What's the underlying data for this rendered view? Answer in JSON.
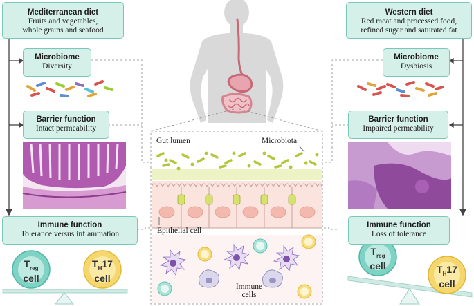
{
  "left": {
    "diet_title": "Mediterranean diet",
    "diet_desc_line1": "Fruits and vegetables,",
    "diet_desc_line2": "whole grains and seafood",
    "microbiome_title": "Microbiome",
    "microbiome_state": "Diversity",
    "barrier_title": "Barrier function",
    "barrier_state": "Intact permeability",
    "immune_title": "Immune function",
    "immune_state": "Tolerance versus inflammation",
    "treg_T": "T",
    "treg_sub": "reg",
    "treg_cell": "cell",
    "th17_T": "T",
    "th17_sub": "H",
    "th17_num": "17",
    "th17_cell": "cell"
  },
  "right": {
    "diet_title": "Western diet",
    "diet_desc_line1": "Red meat and processed food,",
    "diet_desc_line2": "refined sugar and saturated fat",
    "microbiome_title": "Microbiome",
    "microbiome_state": "Dysbiosis",
    "barrier_title": "Barrier function",
    "barrier_state": "Impaired permeability",
    "immune_title": "Immune function",
    "immune_state": "Loss of tolerance",
    "treg_T": "T",
    "treg_sub": "reg",
    "treg_cell": "cell",
    "th17_T": "T",
    "th17_sub": "H",
    "th17_num": "17",
    "th17_cell": "cell"
  },
  "center": {
    "gut_lumen": "Gut lumen",
    "microbiota": "Microbiota",
    "epithelial_cell": "Epithelial cell",
    "immune_cells_line1": "Immune",
    "immune_cells_line2": "cells"
  },
  "colors": {
    "box_fill": "#d5efe9",
    "box_border": "#79c7b8",
    "treg": "#7fd3c4",
    "th17": "#f5d76e",
    "epithelium": "#f7d6d0",
    "tissue_purple": "#9b4a9e"
  }
}
